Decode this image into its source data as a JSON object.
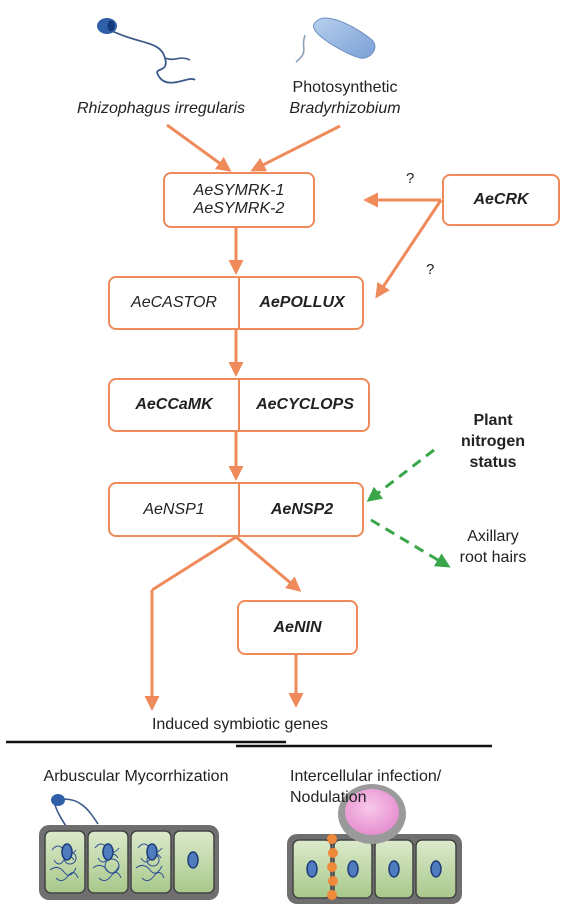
{
  "organisms": {
    "fungus": "Rhizophagus irregularis",
    "bacterium_line1": "Photosynthetic",
    "bacterium_line2": "Bradyrhizobium"
  },
  "pathway": {
    "symrk": [
      "AeSYMRK-1",
      "AeSYMRK-2"
    ],
    "crk": "AeCRK",
    "castor": "AeCASTOR",
    "pollux": "AePOLLUX",
    "ccamk": "AeCCaMK",
    "cyclops": "AeCYCLOPS",
    "nsp1": "AeNSP1",
    "nsp2": "AeNSP2",
    "nin": "AeNIN",
    "output": "Induced symbiotic genes"
  },
  "question_marks": [
    "?",
    "?"
  ],
  "side": {
    "nitrogen": [
      "Plant",
      "nitrogen",
      "status"
    ],
    "axillary": [
      "Axillary",
      "root hairs"
    ]
  },
  "panels": {
    "am_title": "Arbuscular Mycorrhization",
    "nod_title_line1": "Intercellular infection/",
    "nod_title_line2": "Nodulation"
  },
  "colors": {
    "orange": "#ef8a5a",
    "green": "#3aa64a",
    "cell_fill": "#c9dcae",
    "nucleus": "#4f7bbf"
  }
}
